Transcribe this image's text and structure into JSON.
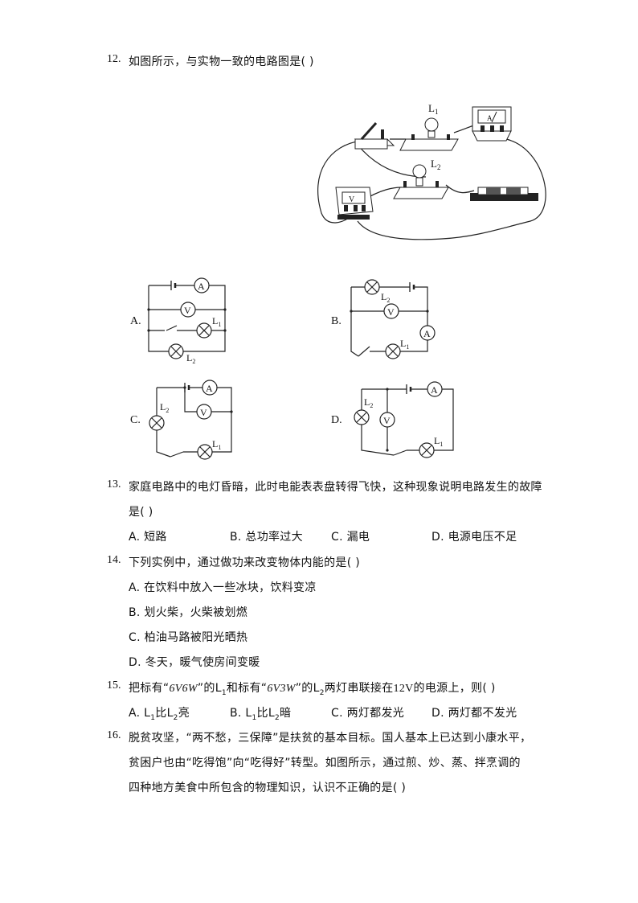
{
  "q12": {
    "num": "12.",
    "text": "如图所示，与实物一致的电路图是(    )",
    "photo": {
      "l1": "L",
      "l1_sub": "1",
      "l2": "L",
      "l2_sub": "2",
      "ammeter": "A",
      "voltmeter": "V"
    },
    "options": {
      "a": {
        "label": "A.",
        "meter_a": "A",
        "meter_v": "V",
        "l1": "L",
        "l1_sub": "1",
        "l2": "L",
        "l2_sub": "2"
      },
      "b": {
        "label": "B.",
        "meter_a": "A",
        "meter_v": "V",
        "l1": "L",
        "l1_sub": "1",
        "l2": "L",
        "l2_sub": "2"
      },
      "c": {
        "label": "C.",
        "meter_a": "A",
        "meter_v": "V",
        "l1": "L",
        "l1_sub": "1",
        "l2": "L",
        "l2_sub": "2"
      },
      "d": {
        "label": "D.",
        "meter_a": "A",
        "meter_v": "V",
        "l1": "L",
        "l1_sub": "1",
        "l2": "L",
        "l2_sub": "2"
      }
    }
  },
  "q13": {
    "num": "13.",
    "text_line1": "家庭电路中的电灯昏暗，此时电能表表盘转得飞快，这种现象说明电路发生的故障",
    "text_line2": "是(    )",
    "options": [
      "A.  短路",
      "B.  总功率过大",
      "C.  漏电",
      "D.  电源电压不足"
    ]
  },
  "q14": {
    "num": "14.",
    "text": "下列实例中，通过做功来改变物体内能的是(    )",
    "options": [
      "A.  在饮料中放入一些冰块，饮料变凉",
      "B.  划火柴，火柴被划燃",
      "C.  柏油马路被阳光晒热",
      "D.  冬天，暖气使房间变暖"
    ]
  },
  "q15": {
    "num": "15.",
    "text_p1": "把标有“",
    "spec1": "6V6W",
    "text_p2": "”的L",
    "sub1": "1",
    "text_p3": "和标有“",
    "spec2": "6V3W",
    "text_p4": "”的L",
    "sub2": "2",
    "text_p5": "两灯串联接在",
    "volt": "12V",
    "text_p6": "的电源上，则(    )",
    "opt_a_p1": "A.  L",
    "opt_a_sub1": "1",
    "opt_a_p2": "比L",
    "opt_a_sub2": "2",
    "opt_a_p3": "亮",
    "opt_b_p1": "B.  L",
    "opt_b_sub1": "1",
    "opt_b_p2": "比L",
    "opt_b_sub2": "2",
    "opt_b_p3": "暗",
    "opt_c": "C.  两灯都发光",
    "opt_d": "D.  两灯都不发光"
  },
  "q16": {
    "num": "16.",
    "line1": "脱贫攻坚，“两不愁，三保障”是扶贫的基本目标。国人基本上已达到小康水平，",
    "line2": "贫困户也由“吃得饱”向“吃得好”转型。如图所示，通过煎、炒、蒸、拌烹调的",
    "line3": "四种地方美食中所包含的物理知识，认识不正确的是(    )"
  }
}
